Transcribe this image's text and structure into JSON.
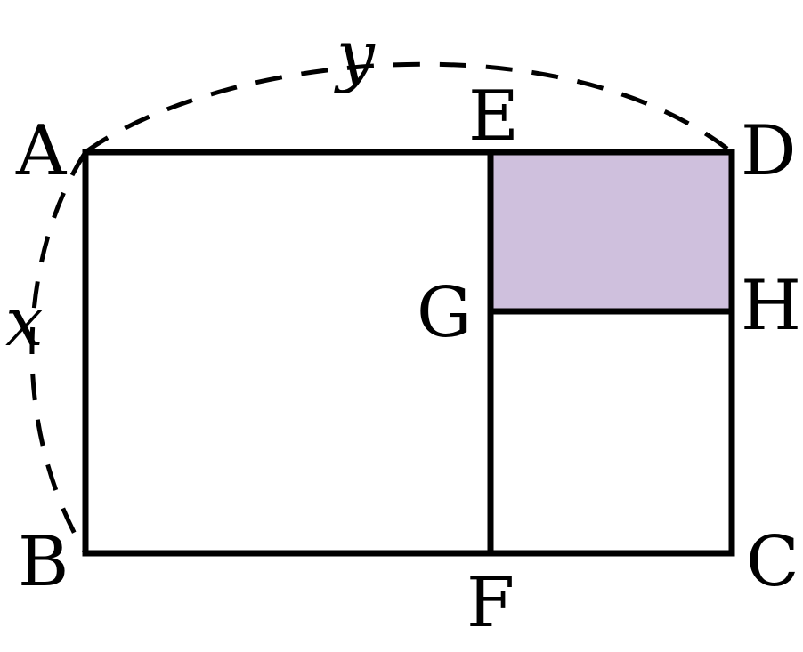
{
  "diagram": {
    "points": {
      "A": "A",
      "B": "B",
      "C": "C",
      "D": "D",
      "E": "E",
      "F": "F",
      "G": "G",
      "H": "H"
    },
    "variables": {
      "x": "x",
      "y": "y"
    },
    "colors": {
      "stroke": "#000000",
      "shaded_region": "#cfc0dd",
      "background": "#ffffff"
    },
    "shaded_region": "EDHG"
  }
}
